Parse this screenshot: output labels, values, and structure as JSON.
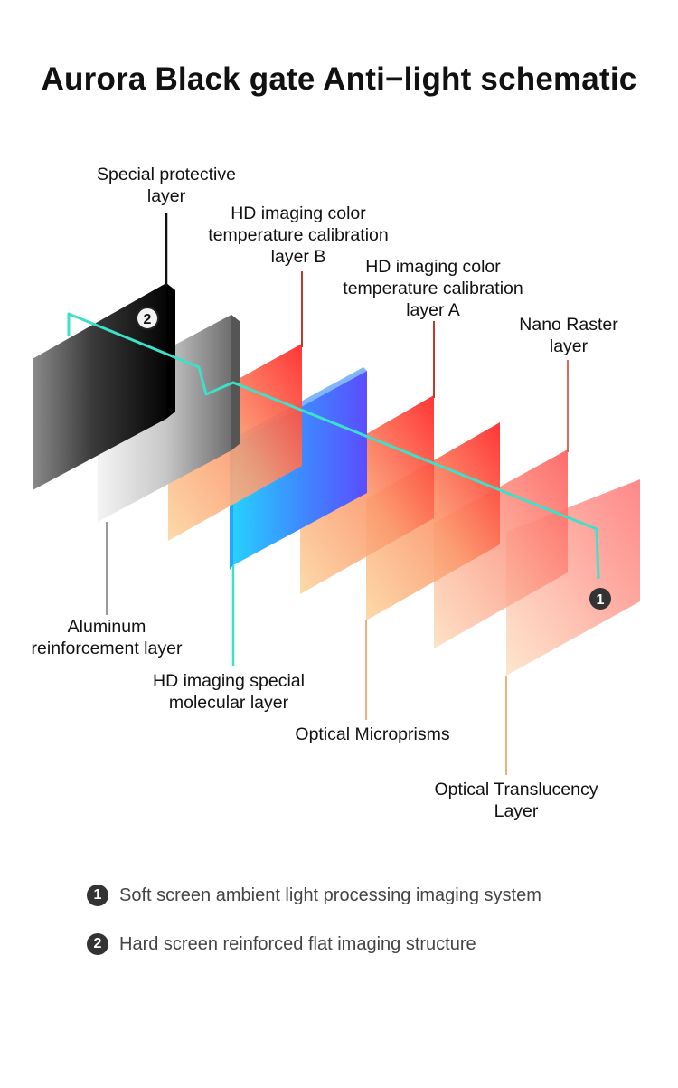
{
  "title": "Aurora Black gate Anti−light schematic",
  "markers": {
    "one": "1",
    "two": "2"
  },
  "labels": {
    "protective": [
      "Special protective",
      "layer"
    ],
    "calib_b": [
      "HD imaging color",
      "temperature calibration",
      "layer  B"
    ],
    "calib_a": [
      "HD imaging color",
      "temperature calibration",
      "layer  A"
    ],
    "nano": [
      "Nano Raster",
      "layer"
    ],
    "aluminum": [
      "Aluminum",
      "reinforcement layer"
    ],
    "molecular": [
      "HD imaging special",
      "molecular layer"
    ],
    "microprisms": "Optical Microprisms",
    "translucency": [
      "Optical Translucency",
      "Layer"
    ]
  },
  "legend": [
    {
      "num": "1",
      "text": "Soft screen ambient light processing imaging system"
    },
    {
      "num": "2",
      "text": "Hard screen reinforced flat imaging structure"
    }
  ],
  "colors": {
    "cyan_line": "#3de0c8",
    "red_leader": "#c0392b",
    "orange_leader": "#f0b07a",
    "gray_leader": "#9a9a9a",
    "black_leader": "#111111"
  }
}
